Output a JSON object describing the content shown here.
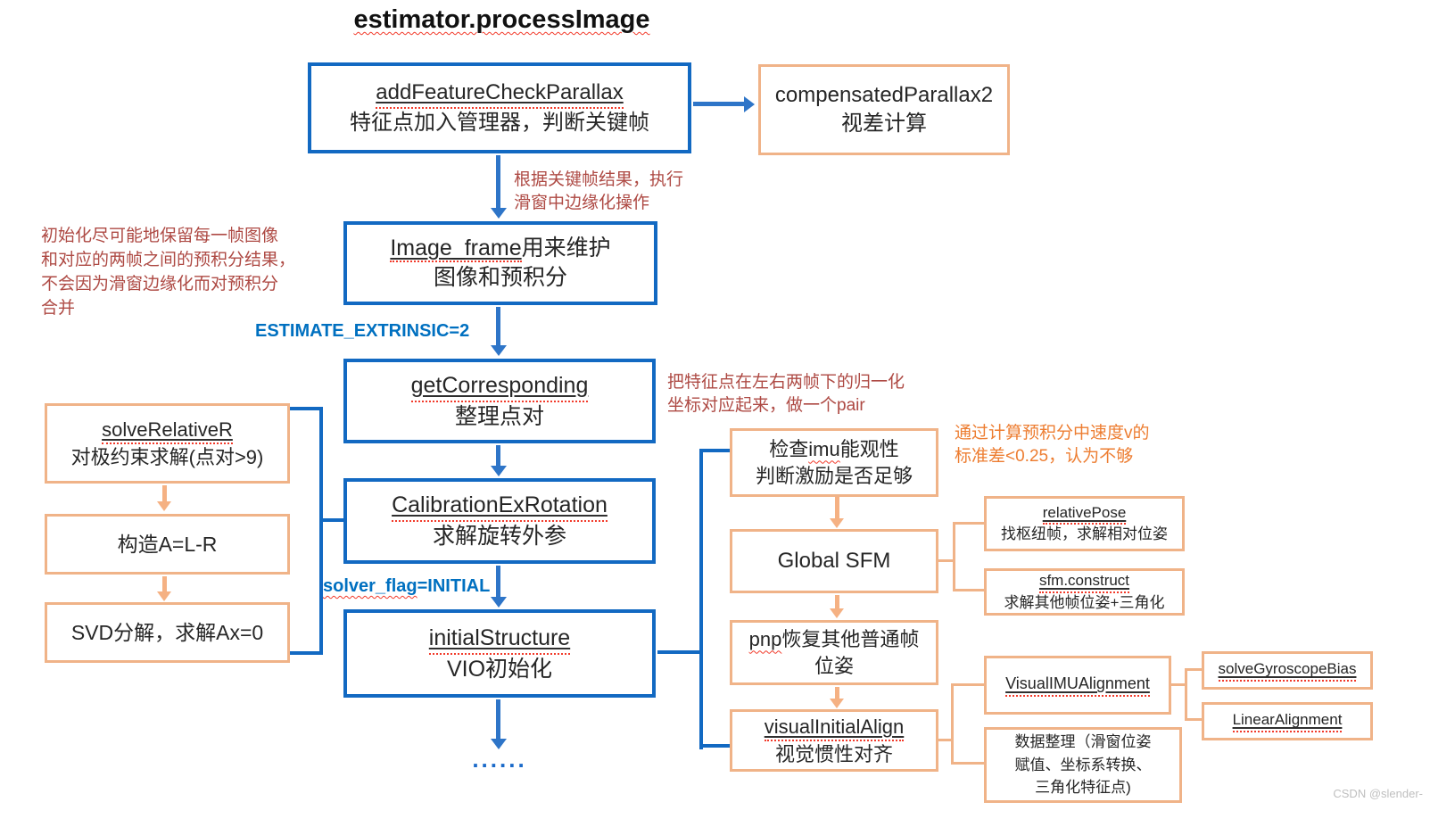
{
  "title": "estimator.processImage",
  "watermark": "CSDN @slender-",
  "boxes": {
    "add_feature": {
      "fn": "addFeatureCheckParallax",
      "zh": "特征点加入管理器，判断关键帧"
    },
    "compensated_parallax": {
      "en": "compensatedParallax2",
      "zh": "视差计算"
    },
    "image_frame": {
      "fn": "Image_frame",
      "rest": "用来维护",
      "zh": "图像和预积分"
    },
    "get_corresponding": {
      "fn": "getCorresponding",
      "zh": "整理点对"
    },
    "calibration_ex_rotation": {
      "fn": "CalibrationExRotation",
      "zh": "求解旋转外参"
    },
    "initial_structure": {
      "fn": "initialStructure",
      "zh": "VIO初始化"
    },
    "solve_relative_r": {
      "fn": "solveRelativeR",
      "zh": "对极约束求解(点对>9)"
    },
    "construct_a": {
      "text": "构造A=L-R"
    },
    "svd": {
      "text": "SVD分解，求解Ax=0"
    },
    "imu_check": {
      "pre": "检查",
      "fn": "imu",
      "rest": "能观性",
      "zh": "判断激励是否足够"
    },
    "global_sfm": {
      "text": "Global SFM"
    },
    "pnp": {
      "fn": "pnp",
      "rest": "恢复其他普通帧",
      "zh": "位姿"
    },
    "visual_initial_align": {
      "fn": "visualInitialAlign",
      "zh": "视觉惯性对齐"
    },
    "relative_pose": {
      "fn": "relativePose",
      "zh": "找枢纽帧，求解相对位姿"
    },
    "sfm_construct": {
      "fn": "sfm.construct",
      "zh": "求解其他帧位姿+三角化"
    },
    "visual_imu_alignment": {
      "fn": "VisualIMUAlignment"
    },
    "solve_gyroscope_bias": {
      "fn": "solveGyroscopeBias"
    },
    "linear_alignment": {
      "fn": "LinearAlignment"
    },
    "data_arrange": {
      "text": "数据整理（滑窗位姿\n赋值、坐标系转换、\n三角化特征点)"
    }
  },
  "annotations": {
    "marginalization": "根据关键帧结果，执行\n滑窗中边缘化操作",
    "init_note": "初始化尽可能地保留每一帧图像\n和对应的两帧之间的预积分结果，\n不会因为滑窗边缘化而对预积分\n合并",
    "pair_note": "把特征点在左右两帧下的归一化\n坐标对应起来，做一个pair",
    "velocity_note": "通过计算预积分中速度v的\n标准差<0.25，认为不够",
    "estimate_extrinsic": "ESTIMATE_EXTRINSIC=2",
    "solver_flag": {
      "fn": "solver_flag",
      "rest": "=INITIAL"
    },
    "ellipsis": "......"
  },
  "colors": {
    "blue_border": "#1269c2",
    "blue_arrow": "#2e75c8",
    "orange_border": "#f0b388",
    "orange_arrow": "#f5b183",
    "red_text": "#ae4a44",
    "orange_text": "#ed7d31",
    "blue_text": "#0070c0"
  }
}
